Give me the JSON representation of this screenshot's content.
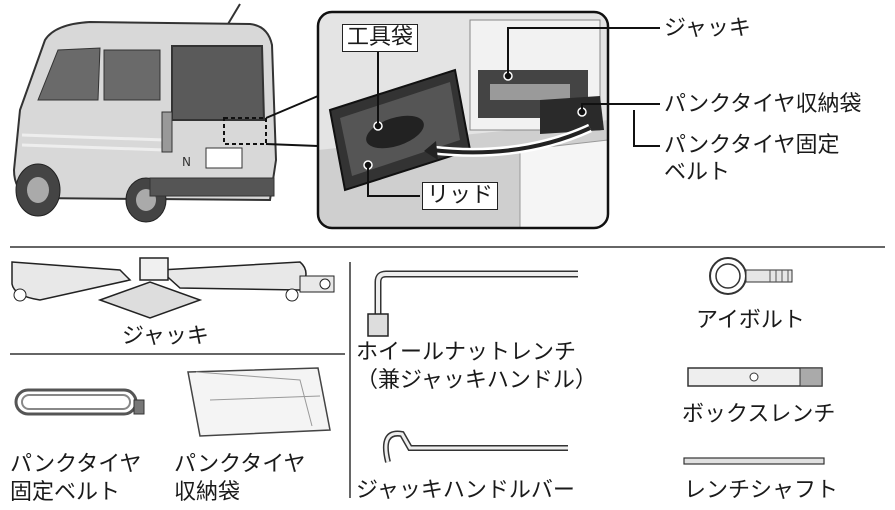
{
  "top": {
    "inset_labels": {
      "tool_bag": "工具袋",
      "lid": "リッド"
    },
    "callouts": {
      "jack": "ジャッキ",
      "tire_bag": "パンクタイヤ収納袋",
      "tire_belt_line1": "パンクタイヤ固定",
      "tire_belt_line2": "ベルト"
    }
  },
  "tools": {
    "jack": "ジャッキ",
    "belt_line1": "パンクタイヤ",
    "belt_line2": "固定ベルト",
    "bag_line1": "パンクタイヤ",
    "bag_line2": "収納袋",
    "wrench_line1": "ホイールナットレンチ",
    "wrench_line2": "（兼ジャッキハンドル）",
    "handle_bar": "ジャッキハンドルバー",
    "eye_bolt": "アイボルト",
    "box_wrench": "ボックスレンチ",
    "wrench_shaft": "レンチシャフト"
  },
  "colors": {
    "line": "#1a1a1a",
    "gray_fill": "#d9d9d9",
    "dark_fill": "#555555",
    "inset_bg": "#e6e6e6"
  }
}
